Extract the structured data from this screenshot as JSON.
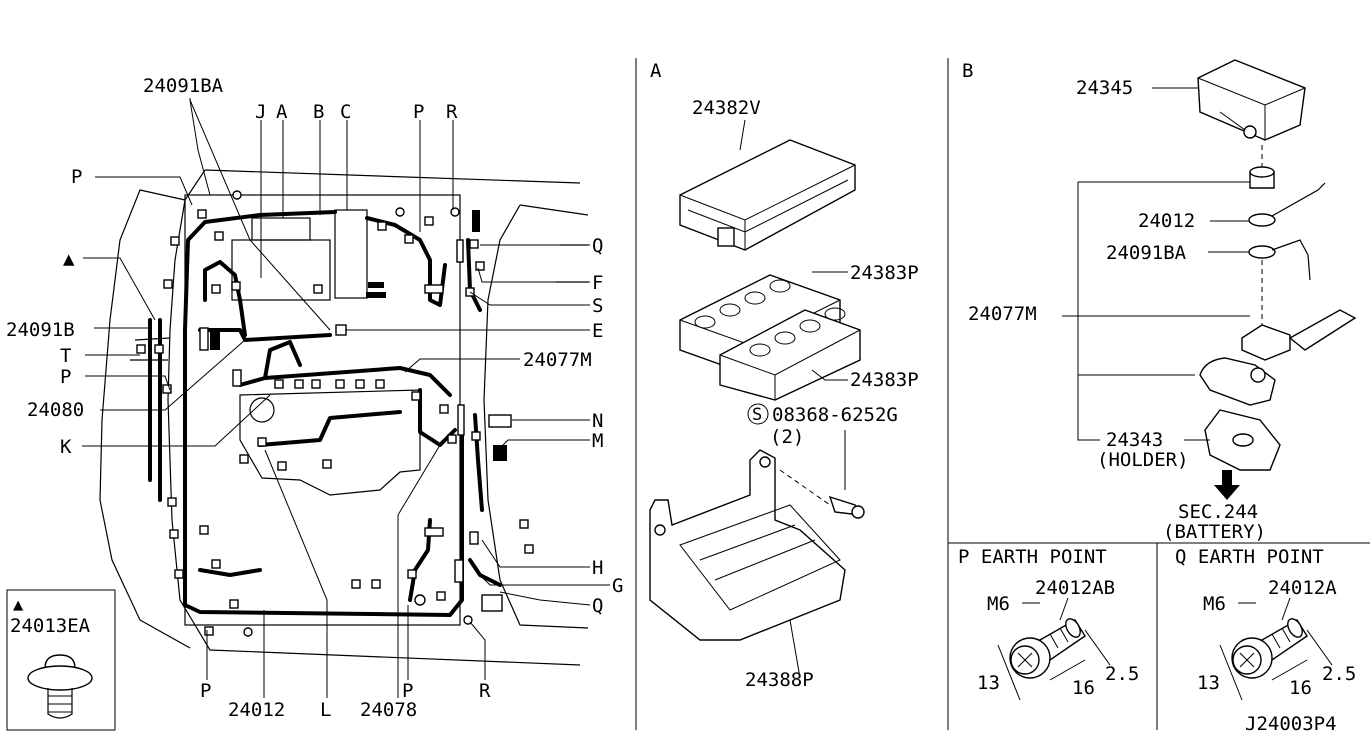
{
  "main": {
    "labels": {
      "l24091BA": "24091BA",
      "J": "J",
      "A": "A",
      "B": "B",
      "C": "C",
      "P1": "P",
      "R1": "R",
      "P2": "P",
      "tri": "▲",
      "l24091B": "24091B",
      "T": "T",
      "P3": "P",
      "l24080": "24080",
      "K": "K",
      "Q1": "Q",
      "F": "F",
      "S": "S",
      "E": "E",
      "l24077M": "24077M",
      "N": "N",
      "M": "M",
      "H": "H",
      "G": "G",
      "Q2": "Q",
      "P4": "P",
      "l24012": "24012",
      "L": "L",
      "l24078": "24078",
      "P5": "P",
      "R2": "R"
    },
    "inset": {
      "tri": "▲",
      "part": "24013EA"
    }
  },
  "sectionA": {
    "header": "A",
    "labels": {
      "l24382V": "24382V",
      "l24383P_1": "24383P",
      "l24383P_2": "24383P",
      "s_circle": "S",
      "bolt": "08368-6252G",
      "qty": "(2)",
      "l24388P": "24388P"
    }
  },
  "sectionB": {
    "header": "B",
    "labels": {
      "l24345": "24345",
      "l24012": "24012",
      "l24091BA": "24091BA",
      "l24077M": "24077M",
      "l24343": "24343",
      "holder": "(HOLDER)",
      "sec": "SEC.244",
      "battery": "(BATTERY)"
    }
  },
  "earthP": {
    "title": "P  EARTH POINT",
    "part": "24012AB",
    "m": "M6",
    "d1": "13",
    "d2": "16",
    "d3": "2.5"
  },
  "earthQ": {
    "title": "Q  EARTH POINT",
    "part": "24012A",
    "m": "M6",
    "d1": "13",
    "d2": "16",
    "d3": "2.5"
  },
  "code": "J24003P4"
}
